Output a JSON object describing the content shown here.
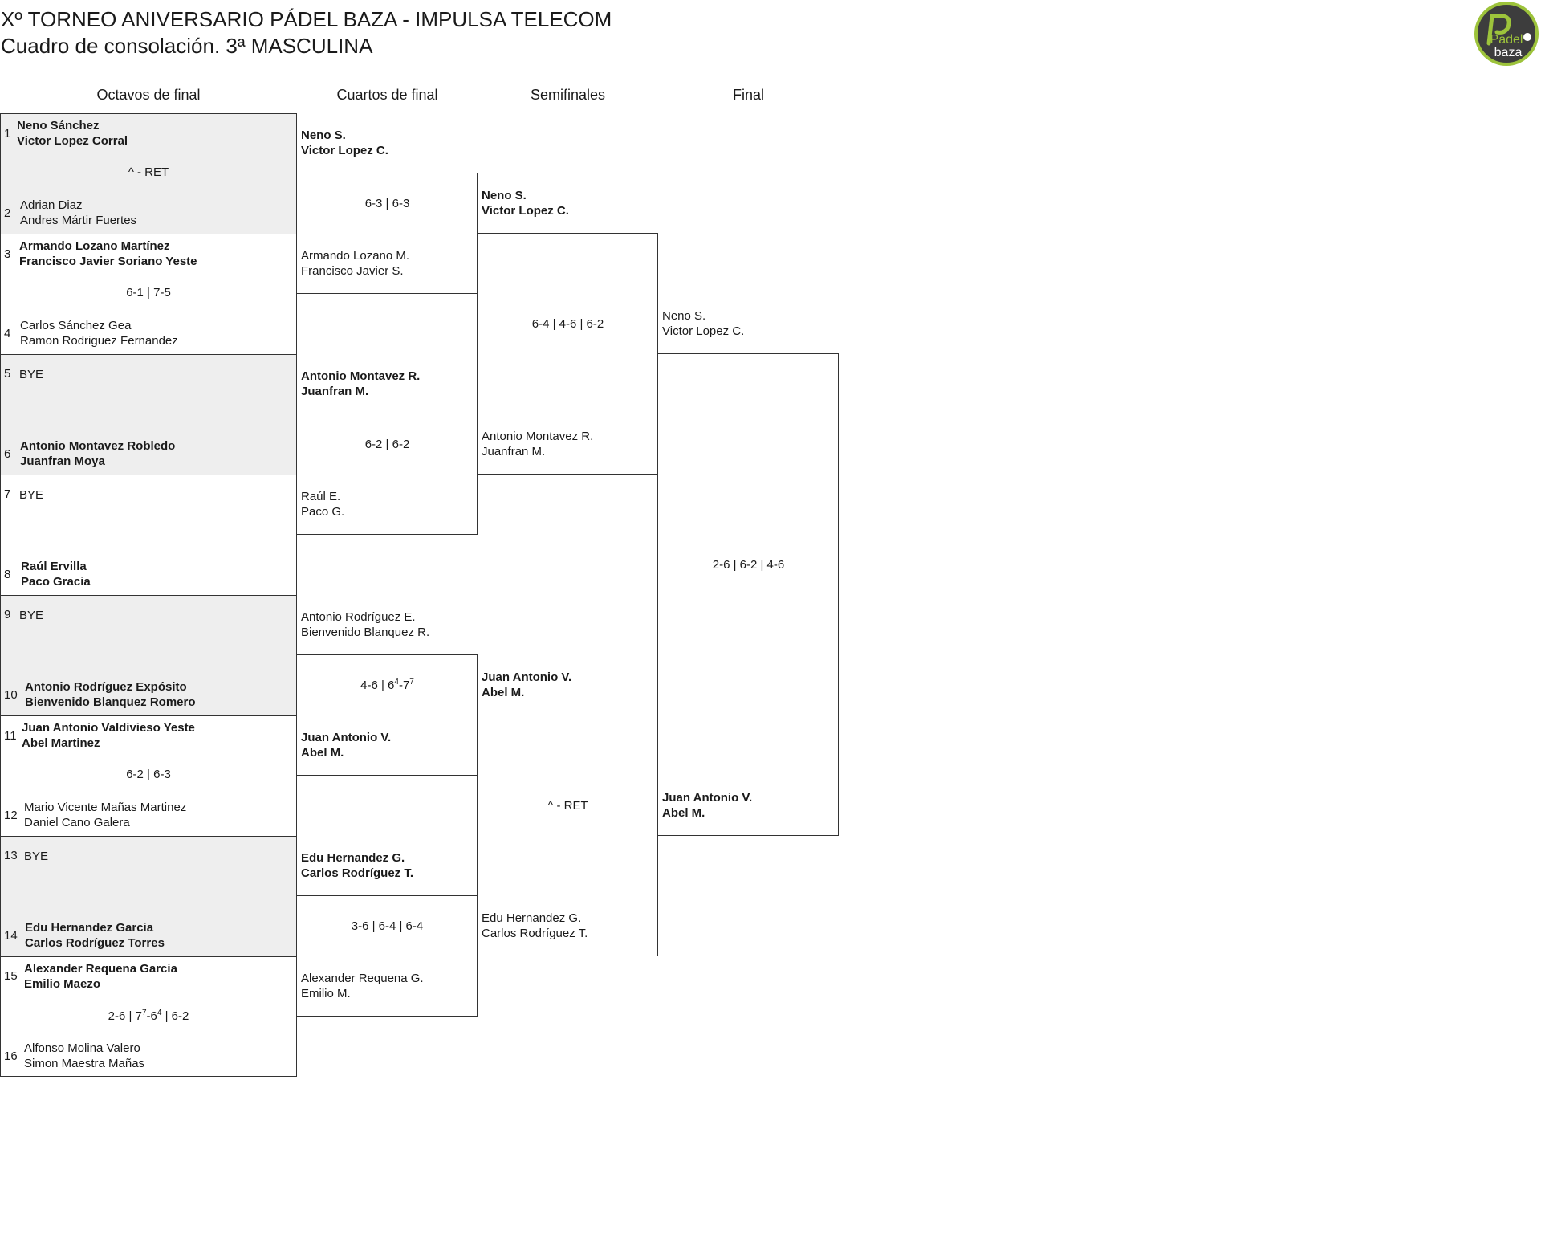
{
  "title": {
    "line1": "Xº TORNEO ANIVERSARIO PÁDEL BAZA - IMPULSA TELECOM",
    "line2": "Cuadro de consolación. 3ª MASCULINA"
  },
  "logo": {
    "text_top": "Padel",
    "text_bottom": "baza",
    "accent": "#9dc33b",
    "dark": "#3d3d3d"
  },
  "rounds": [
    "Octavos de final",
    "Cuartos de final",
    "Semifinales",
    "Final"
  ],
  "colors": {
    "shade": "#eeeeee",
    "border": "#333333"
  },
  "r16": {
    "seeds": [
      "1",
      "2",
      "3",
      "4",
      "5",
      "6",
      "7",
      "8",
      "9",
      "10",
      "11",
      "12",
      "13",
      "14",
      "15",
      "16"
    ],
    "players": [
      [
        "Neno Sánchez",
        "Victor Lopez Corral"
      ],
      [
        "Adrian Diaz",
        "Andres Mártir Fuertes"
      ],
      [
        "Armando Lozano Martínez",
        "Francisco Javier Soriano Yeste"
      ],
      [
        "Carlos Sánchez Gea",
        "Ramon Rodriguez Fernandez"
      ],
      [
        "BYE"
      ],
      [
        "Antonio Montavez Robledo",
        "Juanfran Moya"
      ],
      [
        "BYE"
      ],
      [
        "Raúl Ervilla",
        "Paco Gracia"
      ],
      [
        "BYE"
      ],
      [
        "Antonio Rodríguez Expósito",
        "Bienvenido Blanquez Romero"
      ],
      [
        "Juan Antonio Valdivieso Yeste",
        "Abel Martinez"
      ],
      [
        "Mario Vicente Mañas Martinez",
        "Daniel Cano Galera"
      ],
      [
        "BYE"
      ],
      [
        "Edu Hernandez Garcia",
        "Carlos Rodríguez Torres"
      ],
      [
        "Alexander Requena Garcia",
        "Emilio Maezo"
      ],
      [
        "Alfonso Molina Valero",
        "Simon Maestra Mañas"
      ]
    ],
    "scores": [
      "^ - RET",
      "6-1 | 7-5",
      "",
      "",
      "",
      "6-2 | 6-3",
      "",
      "2-6 | 7⁷-6⁴ | 6-2"
    ]
  },
  "qf": {
    "players": [
      [
        "Neno S.",
        "Victor Lopez C."
      ],
      [
        "Armando Lozano M.",
        "Francisco Javier S."
      ],
      [
        "Antonio Montavez R.",
        "Juanfran M."
      ],
      [
        "Raúl E.",
        "Paco G."
      ],
      [
        "Antonio Rodríguez E.",
        "Bienvenido Blanquez R."
      ],
      [
        "Juan Antonio V.",
        "Abel M."
      ],
      [
        "Edu Hernandez G.",
        "Carlos Rodríguez T."
      ],
      [
        "Alexander Requena G.",
        "Emilio M."
      ]
    ],
    "scores": [
      "6-3 | 6-3",
      "6-2 | 6-2",
      "4-6 | 6⁴-7⁷",
      "3-6 | 6-4 | 6-4"
    ]
  },
  "sf": {
    "players": [
      [
        "Neno S.",
        "Victor Lopez C."
      ],
      [
        "Antonio Montavez R.",
        "Juanfran M."
      ],
      [
        "Juan Antonio V.",
        "Abel M."
      ],
      [
        "Edu Hernandez G.",
        "Carlos Rodríguez T."
      ]
    ],
    "scores": [
      "6-4 | 4-6 | 6-2",
      "^ - RET"
    ]
  },
  "final": {
    "players": [
      [
        "Neno S.",
        "Victor Lopez C."
      ],
      [
        "Juan Antonio V.",
        "Abel M."
      ]
    ],
    "score": "2-6 | 6-2 | 4-6"
  }
}
